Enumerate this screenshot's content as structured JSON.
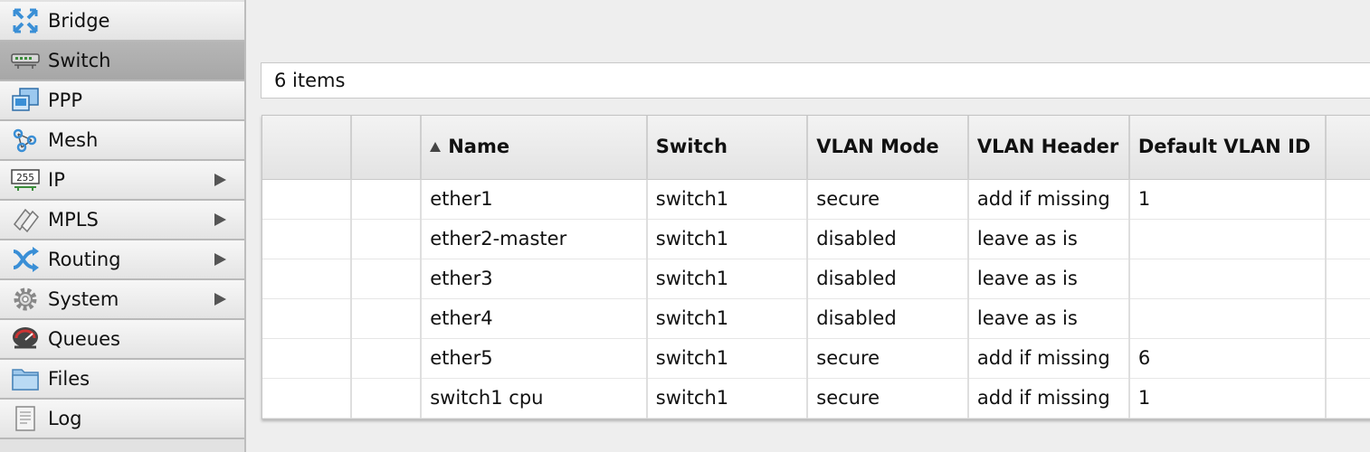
{
  "sidebar": {
    "items": [
      {
        "label": "Bridge",
        "icon": "bridge-icon",
        "submenu": false,
        "active": false
      },
      {
        "label": "Switch",
        "icon": "switch-icon",
        "submenu": false,
        "active": true
      },
      {
        "label": "PPP",
        "icon": "ppp-icon",
        "submenu": false,
        "active": false
      },
      {
        "label": "Mesh",
        "icon": "mesh-icon",
        "submenu": false,
        "active": false
      },
      {
        "label": "IP",
        "icon": "ip-icon",
        "submenu": true,
        "active": false
      },
      {
        "label": "MPLS",
        "icon": "mpls-icon",
        "submenu": true,
        "active": false
      },
      {
        "label": "Routing",
        "icon": "routing-icon",
        "submenu": true,
        "active": false
      },
      {
        "label": "System",
        "icon": "gear-icon",
        "submenu": true,
        "active": false
      },
      {
        "label": "Queues",
        "icon": "queues-icon",
        "submenu": false,
        "active": false
      },
      {
        "label": "Files",
        "icon": "folder-icon",
        "submenu": false,
        "active": false
      },
      {
        "label": "Log",
        "icon": "log-icon",
        "submenu": false,
        "active": false
      }
    ],
    "ip_icon_text": "255"
  },
  "list": {
    "count_label": "6 items",
    "columns": [
      {
        "label": "",
        "sorted": false
      },
      {
        "label": "",
        "sorted": false
      },
      {
        "label": "Name",
        "sorted": true
      },
      {
        "label": "Switch",
        "sorted": false
      },
      {
        "label": "VLAN Mode",
        "sorted": false
      },
      {
        "label": "VLAN Header",
        "sorted": false
      },
      {
        "label": "Default VLAN ID",
        "sorted": false
      },
      {
        "label": "",
        "sorted": false
      }
    ],
    "rows": [
      [
        "",
        "",
        "ether1",
        "switch1",
        "secure",
        "add if missing",
        "1",
        ""
      ],
      [
        "",
        "",
        "ether2-master",
        "switch1",
        "disabled",
        "leave as is",
        "",
        ""
      ],
      [
        "",
        "",
        "ether3",
        "switch1",
        "disabled",
        "leave as is",
        "",
        ""
      ],
      [
        "",
        "",
        "ether4",
        "switch1",
        "disabled",
        "leave as is",
        "",
        ""
      ],
      [
        "",
        "",
        "ether5",
        "switch1",
        "secure",
        "add if missing",
        "6",
        ""
      ],
      [
        "",
        "",
        "switch1 cpu",
        "switch1",
        "secure",
        "add if missing",
        "1",
        ""
      ]
    ]
  },
  "colors": {
    "icon_blue": "#3a8fd6",
    "icon_dark": "#333333",
    "sidebar_active": "#acacac"
  }
}
